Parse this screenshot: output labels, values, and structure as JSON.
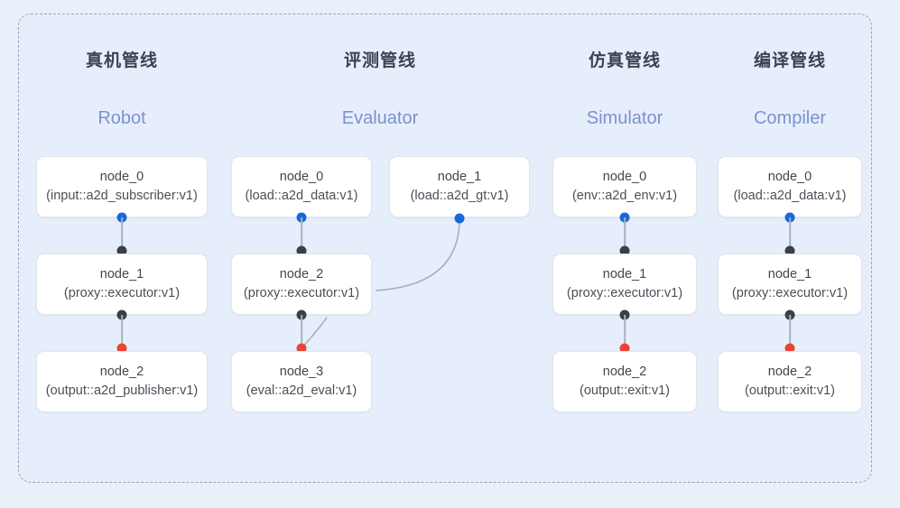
{
  "palette": {
    "canvas_bg": "#eaf0fa",
    "panel_bg": "#e7eefb",
    "panel_border": "#9aa4b8",
    "node_bg": "#ffffff",
    "node_border": "#e2e5ea",
    "title_color": "#3c4250",
    "subtitle_color": "#7b92cd",
    "port_blue": "#1a68d8",
    "port_dark": "#3c3f44",
    "port_red": "#ea4335",
    "edge_color": "#a9b0bd"
  },
  "columns": [
    {
      "id": "robot",
      "title": "真机管线",
      "subtitle": "Robot",
      "nodes": [
        {
          "id": "node_0",
          "type": "(input::a2d_subscriber:v1)"
        },
        {
          "id": "node_1",
          "type": "(proxy::executor:v1)"
        },
        {
          "id": "node_2",
          "type": "(output::a2d_publisher:v1)"
        }
      ]
    },
    {
      "id": "evaluator",
      "title": "评测管线",
      "subtitle": "Evaluator",
      "nodes": [
        {
          "id": "node_0",
          "type": "(load::a2d_data:v1)"
        },
        {
          "id": "node_1",
          "type": "(load::a2d_gt:v1)"
        },
        {
          "id": "node_2",
          "type": "(proxy::executor:v1)"
        },
        {
          "id": "node_3",
          "type": "(eval::a2d_eval:v1)"
        }
      ]
    },
    {
      "id": "simulator",
      "title": "仿真管线",
      "subtitle": "Simulator",
      "nodes": [
        {
          "id": "node_0",
          "type": "(env::a2d_env:v1)"
        },
        {
          "id": "node_1",
          "type": "(proxy::executor:v1)"
        },
        {
          "id": "node_2",
          "type": "(output::exit:v1)"
        }
      ]
    },
    {
      "id": "compiler",
      "title": "编译管线",
      "subtitle": "Compiler",
      "nodes": [
        {
          "id": "node_0",
          "type": "(load::a2d_data:v1)"
        },
        {
          "id": "node_1",
          "type": "(proxy::executor:v1)"
        },
        {
          "id": "node_2",
          "type": "(output::exit:v1)"
        }
      ]
    }
  ]
}
